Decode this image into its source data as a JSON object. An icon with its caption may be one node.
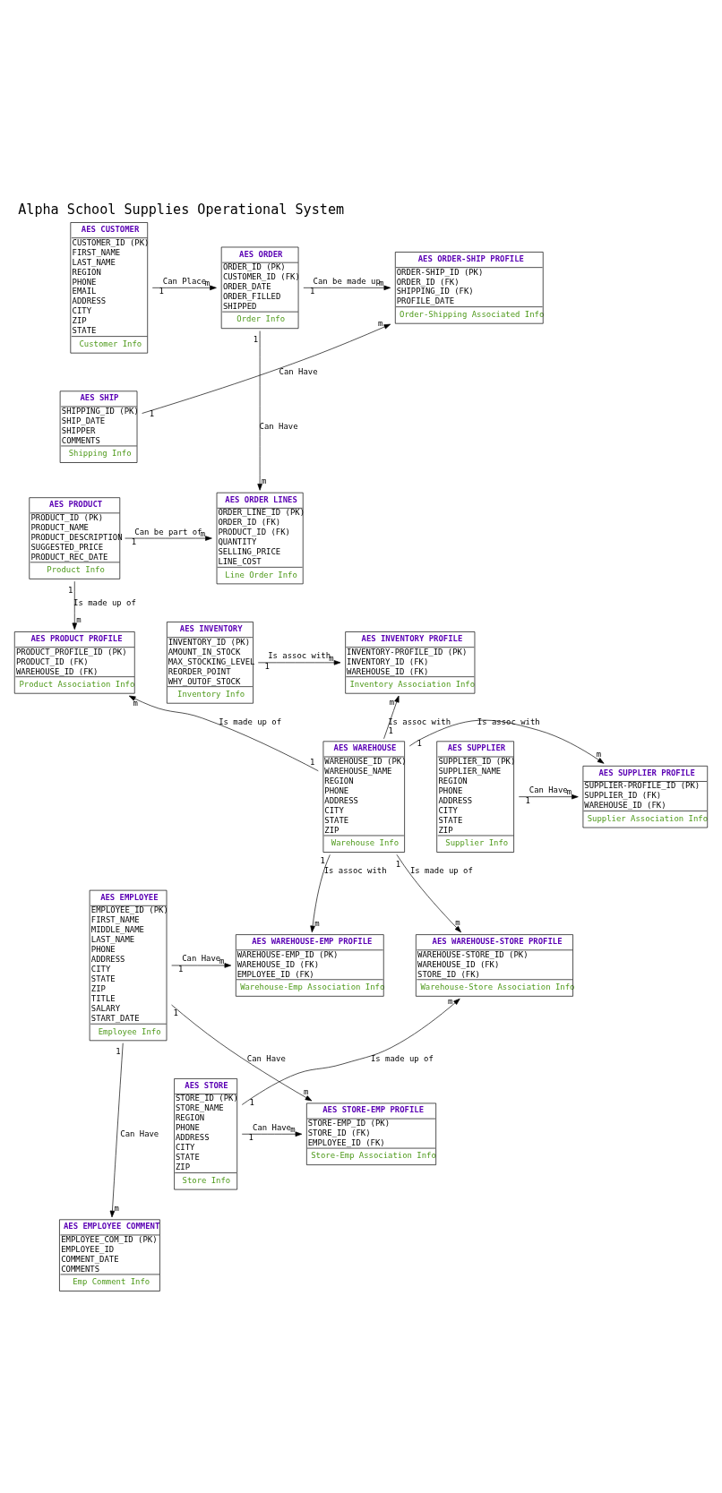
{
  "diagram": {
    "title": "Alpha School Supplies Operational System",
    "nodes": [
      {
        "text": [
          "AES CUSTOMER",
          "CUSTOMER_ID (PK)",
          "FIRST_NAME",
          "LAST_NAME",
          "REGION",
          "PHONE",
          "EMAIL",
          "ADDRESS",
          "CITY",
          "ZIP",
          "STATE",
          "Customer Info"
        ]
      },
      {
        "text": [
          "AES ORDER",
          "ORDER_ID (PK)",
          "CUSTOMER_ID (FK)",
          "ORDER_DATE",
          "ORDER_FILLED",
          "SHIPPED",
          "Order Info"
        ]
      },
      {
        "text": [
          "AES ORDER-SHIP PROFILE",
          "ORDER-SHIP_ID (PK)",
          "ORDER_ID (FK)",
          "SHIPPING_ID (FK)",
          "PROFILE_DATE",
          "Order-Shipping Associated Info"
        ]
      },
      {
        "text": [
          "AES SHIP",
          "SHIPPING_ID (PK)",
          "SHIP_DATE",
          "SHIPPER",
          "COMMENTS",
          "Shipping Info"
        ]
      },
      {
        "text": [
          "AES PRODUCT",
          "PRODUCT_ID (PK)",
          "PRODUCT_NAME",
          "PRODUCT_DESCRIPTION",
          "SUGGESTED_PRICE",
          "PRODUCT_REC_DATE",
          "Product Info"
        ]
      },
      {
        "text": [
          "AES ORDER LINES",
          "ORDER_LINE_ID (PK)",
          "ORDER_ID (FK)",
          "PRODUCT_ID (FK)",
          "QUANTITY",
          "SELLING_PRICE",
          "LINE_COST",
          "Line Order Info"
        ]
      },
      {
        "text": [
          "AES PRODUCT PROFILE",
          "PRODUCT_PROFILE_ID (PK)",
          "PRODUCT_ID (FK)",
          "WAREHOUSE_ID (FK)",
          "Product Association Info"
        ]
      },
      {
        "text": [
          "AES INVENTORY PROFILE",
          "INVENTORY-PROFILE_ID (PK)",
          "INVENTORY_ID (FK)",
          "WAREHOUSE_ID (FK)",
          "Inventory Association Info"
        ]
      },
      {
        "text": [
          "AES INVENTORY",
          "INVENTORY_ID (PK)",
          "AMOUNT_IN_STOCK",
          "MAX_STOCKING_LEVEL",
          "REORDER_POINT",
          "WHY_OUTOF_STOCK",
          "Inventory Info"
        ]
      },
      {
        "text": [
          "AES WAREHOUSE",
          "WAREHOUSE_ID (PK)",
          "WAREHOUSE_NAME",
          "REGION",
          "PHONE",
          "ADDRESS",
          "CITY",
          "STATE",
          "ZIP",
          "Warehouse Info"
        ]
      },
      {
        "text": [
          "AES SUPPLIER PROFILE",
          "SUPPLIER-PROFILE_ID (PK)",
          "SUPPLIER_ID (FK)",
          "WAREHOUSE_ID (FK)",
          "Supplier Association Info"
        ]
      },
      {
        "text": [
          "AES SUPPLIER",
          "SUPPLIER_ID (PK)",
          "SUPPLIER_NAME",
          "REGION",
          "PHONE",
          "ADDRESS",
          "CITY",
          "STATE",
          "ZIP",
          "Supplier Info"
        ]
      },
      {
        "text": [
          "AES WAREHOUSE-EMP PROFILE",
          "WAREHOUSE-EMP_ID (PK)",
          "WAREHOUSE_ID (FK)",
          "EMPLOYEE_ID (FK)",
          "Warehouse-Emp Association Info"
        ]
      },
      {
        "text": [
          "AES WAREHOUSE-STORE PROFILE",
          "WAREHOUSE-STORE_ID (PK)",
          "WAREHOUSE_ID (FK)",
          "STORE_ID (FK)",
          "Warehouse-Store Association Info"
        ]
      },
      {
        "text": [
          "AES EMPLOYEE",
          "EMPLOYEE_ID (PK)",
          "FIRST_NAME",
          "MIDDLE_NAME",
          "LAST_NAME",
          "PHONE",
          "ADDRESS",
          "CITY",
          "STATE",
          "ZIP",
          "TITLE",
          "SALARY",
          "START_DATE",
          "Employee Info"
        ]
      },
      {
        "text": [
          "AES STORE-EMP PROFILE",
          "STORE-EMP_ID (PK)",
          "STORE_ID (FK)",
          "EMPLOYEE_ID (FK)",
          "Store-Emp Association Info"
        ]
      },
      {
        "text": [
          "AES STORE",
          "STORE_ID (PK)",
          "STORE_NAME",
          "REGION",
          "PHONE",
          "ADDRESS",
          "CITY",
          "STATE",
          "ZIP",
          "Store Info"
        ]
      },
      {
        "text": [
          "AES EMPLOYEE COMMENT",
          "EMPLOYEE_COM_ID (PK)",
          "EMPLOYEE_ID",
          "COMMENT_DATE",
          "COMMENTS",
          "Emp Comment Info"
        ]
      }
    ],
    "edges": [
      {
        "from": 0,
        "to": 1,
        "arrow": "to",
        "label": "Can Place"
      },
      {
        "from": 1,
        "to": 2,
        "arrow": "to",
        "label": "Can be made up"
      },
      {
        "from": 3,
        "to": 2,
        "arrow": "to",
        "label": "Can Have"
      },
      {
        "from": 1,
        "to": 5,
        "arrow": "to",
        "label": "Can Have"
      },
      {
        "from": 4,
        "to": 5,
        "arrow": "to",
        "label": "Can be part of"
      },
      {
        "from": 4,
        "to": 6,
        "arrow": "to",
        "label": "Is made up of"
      },
      {
        "from": 9,
        "to": 6,
        "arrow": "to",
        "label": "Is made up of"
      },
      {
        "from": 8,
        "to": 7,
        "arrow": "to",
        "label": "Is assoc with"
      },
      {
        "from": 9,
        "to": 7,
        "arrow": "to",
        "label": "Is assoc with"
      },
      {
        "from": 9,
        "to": 10,
        "arrow": "to",
        "label": "Is assoc with"
      },
      {
        "from": 11,
        "to": 10,
        "arrow": "to",
        "label": "Can Have"
      },
      {
        "from": 9,
        "to": 12,
        "arrow": "to",
        "label": "Is assoc with"
      },
      {
        "from": 9,
        "to": 13,
        "arrow": "to",
        "label": "Is made up of"
      },
      {
        "from": 14,
        "to": 12,
        "arrow": "to",
        "label": "Can Have"
      },
      {
        "from": 16,
        "to": 13,
        "arrow": "to",
        "label": "Is made up of"
      },
      {
        "from": 16,
        "to": 15,
        "arrow": "to",
        "label": "Can Have"
      },
      {
        "from": 14,
        "to": 15,
        "arrow": "to",
        "label": "Can Have"
      },
      {
        "from": 14,
        "to": 17,
        "arrow": "to",
        "label": "Can Have"
      }
    ],
    "labels": [
      "1",
      "m",
      "1",
      "m",
      "1",
      "m",
      "1",
      "m",
      "1",
      "m",
      "1",
      "m",
      "1",
      "m",
      "1",
      "m",
      "1",
      "m",
      "1",
      "m",
      "1",
      "m",
      "1",
      "m",
      "1",
      "m",
      "1",
      "m",
      "1",
      "m",
      "1",
      "m",
      "1",
      "m",
      "1",
      "m"
    ]
  }
}
